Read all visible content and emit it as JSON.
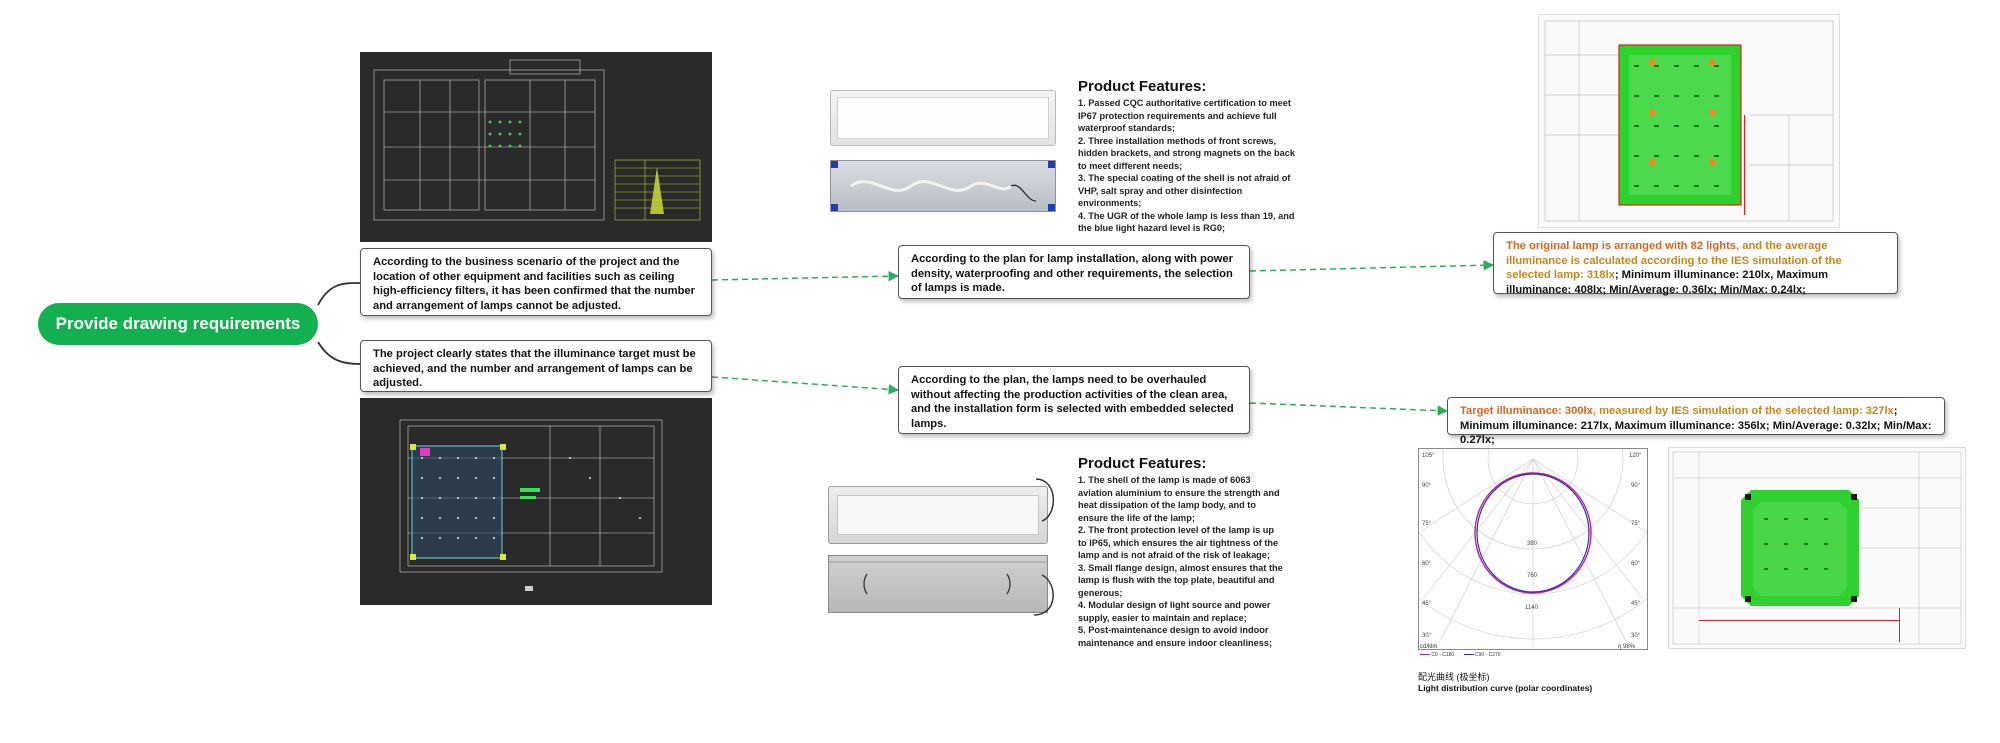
{
  "root": {
    "label": "Provide drawing requirements"
  },
  "branch_top": {
    "text": "According to the business scenario of the project and the location of other equipment and facilities such as ceiling high-efficiency filters, it has been confirmed that the number and arrangement of lamps cannot be adjusted.",
    "plan": "According to the plan for lamp installation, along with power density, waterproofing and other requirements, the selection of lamps is made.",
    "result_highlight_a": "The original lamp is arranged with 82 lights",
    "result_highlight_b": ", and the average illuminance is calculated according to the IES simulation of the selected lamp: 318lx",
    "result_rest": "; Minimum illuminance: 210lx, Maximum illuminance: 408lx; Min/Average: 0.36lx; Min/Max: 0.24lx;",
    "features_title": "Product Features:",
    "features": [
      "1. Passed CQC authoritative certification to meet IP67 protection requirements and achieve full waterproof standards;",
      "2. Three installation methods of front screws, hidden brackets, and strong magnets on the back to meet different needs;",
      "3. The special coating of the shell is not afraid of VHP, salt spray and other disinfection environments;",
      "4. The UGR of the whole lamp is less than 19, and the blue light hazard level is RG0;"
    ]
  },
  "branch_bottom": {
    "text": "The project clearly states that the illuminance target must be achieved, and the number and arrangement of lamps can be adjusted.",
    "plan": "According to the plan, the lamps need to be overhauled without affecting the production activities of the clean area, and the installation form is selected with embedded selected lamps.",
    "result_highlight_a": "Target illuminance: 300lx",
    "result_highlight_b": ", measured by IES simulation of the selected lamp: 327lx",
    "result_rest": "; Minimum illuminance: 217lx, Maximum illuminance: 356lx; Min/Average: 0.32lx; Min/Max: 0.27lx;",
    "features_title": "Product Features:",
    "features": [
      "1. The shell of the lamp is made of 6063 aviation aluminium to ensure the strength and heat dissipation of the lamp body, and to ensure the life of the lamp;",
      "2. The front protection level of the lamp is up to IP65, which ensures the air tightness of the lamp and is not afraid of the risk of leakage;",
      "3. Small flange design, almost ensures that the lamp is flush with the top plate, beautiful and generous;",
      "4. Modular design of light source and power supply, easier to maintain and replace;",
      "5. Post-maintenance design to avoid indoor maintenance and ensure indoor cleanliness;"
    ]
  },
  "polar": {
    "caption_cn": "配光曲线 (极坐标)",
    "caption_en": "Light distribution curve (polar coordinates)",
    "angles_left": [
      "105°",
      "90°",
      "75°",
      "60°",
      "45°",
      "30°"
    ],
    "angles_right": [
      "120°",
      "90°",
      "75°",
      "60°",
      "45°",
      "30°"
    ],
    "radial": [
      "380",
      "760",
      "1140"
    ],
    "bottom_left": "cd/klm",
    "bottom_right": "η  98%",
    "legend_a": "C0 - C180",
    "legend_b": "C90 - C270"
  },
  "colors": {
    "accent": "#12b04f",
    "connector": "#2faa5c",
    "orange": "#e0621f",
    "gold": "#c8841c"
  }
}
